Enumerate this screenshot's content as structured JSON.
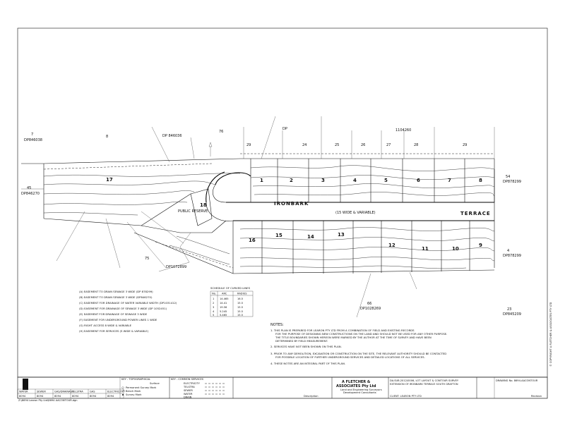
{
  "title_block": {
    "company_line1": "A FLETCHER &",
    "company_line2": "ASSOCIATES Pty Ltd",
    "company_sub1": "Land and Engineering Surveyors",
    "company_sub2": "Development Consultants",
    "project_line1": "DA.SUB.2012/0006, LOT LAYOUT & CONTOUR SURVEY",
    "project_line2": "EXTENSION OF IRONBARK TERRACE SOUTH GRAFTON",
    "client": "CLIENT: LEARON PTY LTD",
    "drawing_no": "DRAWING No. 8694-AACONTOUR",
    "revision_label": "Revision",
    "description_label": "Description"
  },
  "roads": {
    "ironbark": "IRONBARK",
    "terrace": "TERRACE",
    "width_note": "(15 WIDE & VARIABLE)"
  },
  "lots_north": [
    "1",
    "2",
    "3",
    "4",
    "5",
    "6",
    "7",
    "8"
  ],
  "lots_south": [
    "16",
    "15",
    "14",
    "13",
    "12",
    "11",
    "10",
    "9"
  ],
  "lot_18": "18",
  "lot_17": "17",
  "reserve": "PUBLIC RESERVE",
  "adjoining": {
    "dp_846036": "DP 846036",
    "dp_846038": "DP846038",
    "lot_7": "7",
    "lot_8": "8",
    "lot_45": "45",
    "dp_846270": "DP846270",
    "dp_1072899": "DP1072899",
    "lot_75": "75",
    "upper_lots": [
      "29",
      "24",
      "25",
      "26",
      "27",
      "28",
      "29"
    ],
    "dp_upper": "DP",
    "dp_upper_num": "1104260",
    "lot_54": "54",
    "dp_878299a": "DP878299",
    "lot_4": "4",
    "dp_878299b": "DP878299",
    "lot_23": "23",
    "dp_845209": "DP845209",
    "lot_66": "66",
    "dp_1028269": "DP1028269",
    "lot_76": "76"
  },
  "easements": [
    "(A) EASEMENT TO DRAIN SEWAGE 3 WIDE (DP 878299)",
    "(B) EASEMENT TO DRAIN SEWAGE 3 WIDE (DP846270)",
    "(C) EASEMENT FOR DRAINAGE OF WATER VARIABLE WIDTH (DP1031412)",
    "(D) EASEMENT FOR DRAINAGE OF SEWAGE 3 WIDE (DP 1052451)",
    "(E) EASEMENT FOR DRAINAGE OF SEWAGE 3 WIDE",
    "(F) EASEMENT FOR UNDERGROUND POWER LINES 1 WIDE",
    "(G) RIGHT ACCESS 8 WIDE & VARIABLE",
    "(H) EASEMENT FOR SERVICES (S WIDE & VARIABLE)"
  ],
  "curve_schedule": {
    "title": "SCHEDULE OF CURVED LINES",
    "headers": [
      "No.",
      "ARC",
      "RADIUS"
    ],
    "rows": [
      [
        "1",
        "14.465",
        "16.5"
      ],
      [
        "2",
        "14.41",
        "15.5"
      ],
      [
        "3",
        "19.56",
        "15.5"
      ],
      [
        "4",
        "5.245",
        "15.5"
      ],
      [
        "5",
        "5.465",
        "15.5"
      ]
    ]
  },
  "notes": {
    "heading": "NOTES:",
    "items": [
      "1. THIS PLAN IS PREPARED FOR LEARON PTY LTD FROM A COMBINATION OF FIELD AND EXISTING RECORDS",
      "FOR THE PURPOSE OF DESIGNING NEW CONSTRUCTIONS ON THE LAND AND SHOULD NOT BE USED FOR ANY OTHER PURPOSE.",
      "THE TITLE BOUNDARIES SHOWN HEREON WERE MARKED BY THE AUTHOR AT THE TIME OF SURVEY AND HAVE BEEN",
      "DETERMINED BY FIELD MEASUREMENT.",
      "2. SERVICES HAVE NOT BEEN SHOWN ON THIS PLAN.",
      "3. PRIOR TO ANY DEMOLITION, EXCAVATION OR CONSTRUCTION ON THE SITE, THE RELEVANT AUTHORITY SHOULD BE CONTACTED",
      "FOR POSSIBLE LOCATION OF FURTHER UNDERGROUND SERVICES AND DETAILED LOCATIONS OF ALL SERVICES.",
      "4. THESE NOTES ARE AN INTEGRAL PART OF THIS PLAN."
    ]
  },
  "legend": {
    "topo_title": "KEY - TOPOGRAPHICAL",
    "services_title": "KEY - COMMON SERVICES",
    "surface_label": "Surface",
    "topo_items": [
      "Permanent Survey Mark",
      "Bench Mark",
      "Survey Mark"
    ],
    "services_items": [
      "ELECTRICITY",
      "TELSTRA",
      "SEWER",
      "WATER",
      "DRAIN"
    ]
  },
  "revision_table": {
    "headers": [
      "WATER",
      "SEWER",
      "GAS/DRAINAGE",
      "TELSTRA",
      "GAS",
      "ELECTRICITY"
    ],
    "values": [
      "8094",
      "8094",
      "8094",
      "8094",
      "8094",
      "8094"
    ]
  },
  "footer_ref": "Z:\\8694 Learon Pty Ltd\\8694 AACONTOUR.dgn",
  "margin_note": "© COPYRIGHT A FLETCHER & ASSOCIATES PTY LTD",
  "colors": {
    "ink": "#111111",
    "paper": "#ffffff"
  }
}
